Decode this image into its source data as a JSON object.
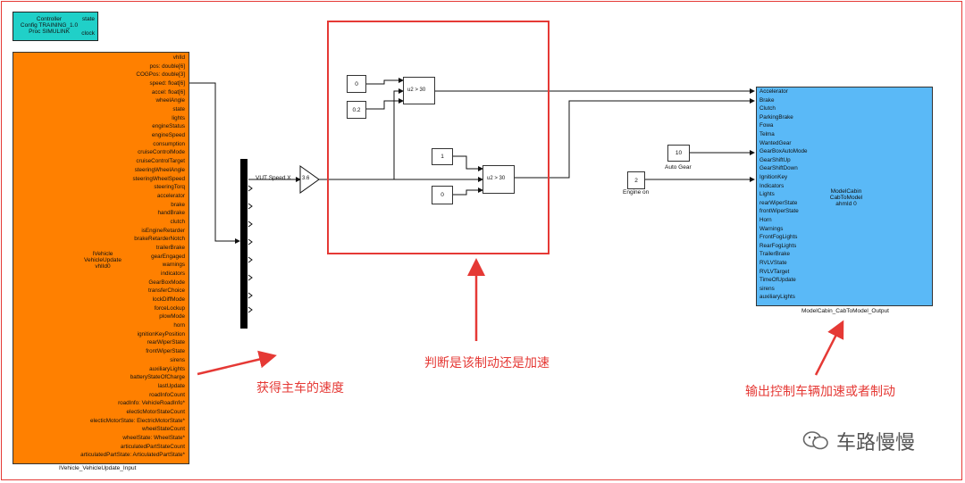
{
  "controller": {
    "lines": [
      "Controller",
      "Config TRAINING_1.0",
      "Proc SIMULINK"
    ],
    "ports": [
      "state",
      "clock"
    ]
  },
  "input_block": {
    "ports": [
      "vhlId",
      "pos: double[6]",
      "COGPos: double[3]",
      "speed: float[6]",
      "accel: float[6]",
      "wheelAngle",
      "state",
      "lights",
      "engineStatus",
      "engineSpeed",
      "consumption",
      "cruiseControlMode",
      "cruiseControlTarget",
      "steeringWheelAngle",
      "steeringWheelSpeed",
      "steeringTorq",
      "accelerator",
      "brake",
      "handBrake",
      "clutch",
      "isEngineRetarder",
      "brakeRetarderNotch",
      "trailerBrake",
      "gearEngaged",
      "warnings",
      "indicators",
      "GearBoxMode",
      "transferChoice",
      "lockDiffMode",
      "forceLockup",
      "plowMode",
      "horn",
      "ignitionKeyPosition",
      "rearWiperState",
      "frontWiperState",
      "sirens",
      "auxiliaryLights",
      "batteryStateOfCharge",
      "lastUpdate",
      "roadInfoCount",
      "roadInfo: VehicleRoadInfo*",
      "electicMotorStateCount",
      "electicMotorState: ElectricMotorState*",
      "wheelStateCount",
      "wheelState: WheelState*",
      "articulatedPartStateCount",
      "articulatedPartState: ArticulatedPartState*"
    ],
    "center_lines": [
      "IVehicle",
      "VehicleUpdate",
      "vhlId0"
    ],
    "caption": "IVehicle_VehicleUpdate_Input"
  },
  "signal_label": "VUT Speed X",
  "gain_value": "3.6",
  "decision": {
    "const_a": "0",
    "const_b": "0.2",
    "switch_a_label": "u2 > 30",
    "const_c": "1",
    "const_d": "0",
    "switch_b_label": "u2 > 30"
  },
  "auto_gear": {
    "value": "10",
    "label": "Auto Gear"
  },
  "engine_on": {
    "value": "2",
    "label": "Engine on"
  },
  "output_block": {
    "ports": [
      "Accelerator",
      "Brake",
      "Clutch",
      "ParkingBrake",
      "Fowa",
      "Telma",
      "WantedGear",
      "GearBoxAutoMode",
      "GearShiftUp",
      "GearShiftDown",
      "IgnitionKey",
      "Indicators",
      "Lights",
      "rearWiperState",
      "frontWiperState",
      "Horn",
      "Warnings",
      "FrontFogLights",
      "RearFogLights",
      "TrailerBrake",
      "RVLVState",
      "RVLVTarget",
      "TimeOfUpdate",
      "sirens",
      "auxiliaryLights"
    ],
    "center_lines": [
      "ModelCabin",
      "CabToModel",
      "ahmId 0"
    ],
    "caption": "ModelCabin_CabToModel_Output"
  },
  "annotations": {
    "left": "获得主车的速度",
    "middle": "判断是该制动还是加速",
    "right": "输出控制车辆加速或者制动"
  },
  "watermark": "车路慢慢",
  "colors": {
    "annotation_red": "#e53935",
    "input_orange": "#ff8000",
    "output_blue": "#5ab9f7",
    "controller_teal": "#20d0c8"
  }
}
